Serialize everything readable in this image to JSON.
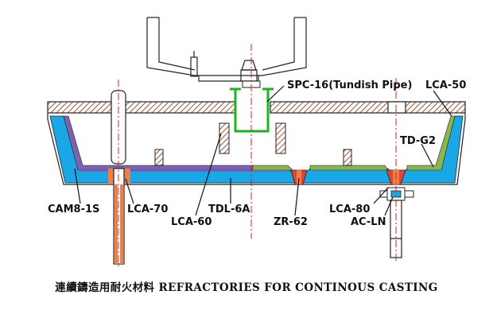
{
  "labels": {
    "spc16": "SPC-16(Tundish Pipe)",
    "lca50": "LCA-50",
    "tdg2": "TD-G2",
    "cam81s": "CAM8-1S",
    "lca70": "LCA-70",
    "tdl6a": "TDL-6A",
    "lca60": "LCA-60",
    "zr62": "ZR-62",
    "lca80": "LCA-80",
    "acln": "AC-LN"
  },
  "caption": "連續鑄造用耐火材料 REFRACTORIES FOR CONTINOUS CASTING",
  "colors": {
    "lining_blue": "#19a7e6",
    "cam_purple": "#7b63b4",
    "tdg2_green": "#8ab650",
    "nozzle_orange": "#ef7f45",
    "nozzle_red": "#d8473a",
    "pipe_green": "#1bb61b",
    "hatch": "#a0522d",
    "centerline": "#d42020"
  }
}
